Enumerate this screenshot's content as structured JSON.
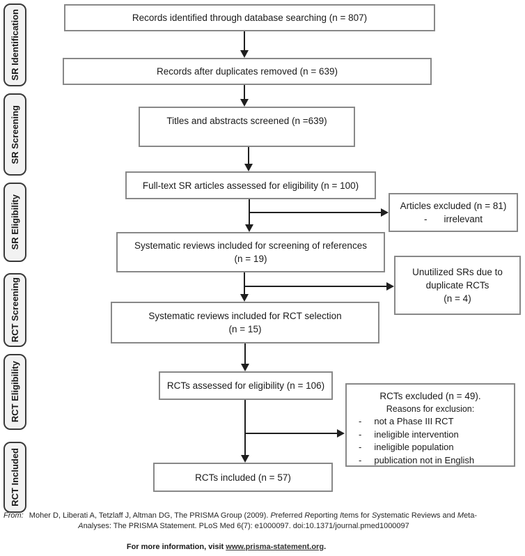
{
  "colors": {
    "box_border": "#888888",
    "arrow": "#1f1f1f",
    "tab_fill": "#f2f2f2",
    "tab_border": "#3a3a3a",
    "text": "#1a1a1a"
  },
  "sidebar": {
    "items": [
      {
        "label": "SR Identification"
      },
      {
        "label": "SR Screening"
      },
      {
        "label": "SR Eligibility"
      },
      {
        "label": "RCT Screening"
      },
      {
        "label": "RCT Eligibility"
      },
      {
        "label": "RCT Included"
      }
    ]
  },
  "flow": {
    "records_identified": "Records identified through database searching (n = 807)",
    "records_after_duplicates": "Records after duplicates removed (n = 639)",
    "titles_screened": "Titles and abstracts screened (n =639)",
    "fulltext_assessed": "Full-text SR articles assessed for eligibility (n = 100)",
    "articles_excluded": {
      "line1": "Articles excluded (n = 81)",
      "dash": "-",
      "reason": "irrelevant"
    },
    "sr_included_references": {
      "line1": "Systematic reviews included for screening of references",
      "line2": "(n = 19)"
    },
    "unutilized_srs": {
      "line1": "Unutilized SRs due to",
      "line2": "duplicate RCTs",
      "line3": "(n = 4)"
    },
    "sr_included_rct": {
      "line1": "Systematic reviews included for RCT selection",
      "line2": "(n = 15)"
    },
    "rcts_assessed": "RCTs assessed for eligibility (n = 106)",
    "rcts_excluded": {
      "title": "RCTs excluded (n = 49).",
      "subtitle": "Reasons for exclusion:",
      "dash": "-",
      "reasons": [
        "not a Phase III RCT",
        "ineligible intervention",
        "ineligible population",
        "publication not in English"
      ]
    },
    "rcts_included": "RCTs included (n = 57)"
  },
  "footer": {
    "citation_line1": [
      "From:",
      " Moher D, Liberati A, Tetzlaff J, Altman DG, The PRISMA Group (2009). ",
      "P",
      "referred ",
      "R",
      "eporting ",
      "I",
      "tems for ",
      "S",
      "ystematic Reviews and ",
      "M",
      "eta-"
    ],
    "citation_line2": [
      "A",
      "nalyses: The PRISMA Statement. PLoS Med 6(7): e1000097. doi:10.1371/journal.pmed1000097"
    ],
    "info_prefix": "For more information, visit ",
    "info_link": "www.prisma-statement.org",
    "info_suffix": "."
  }
}
